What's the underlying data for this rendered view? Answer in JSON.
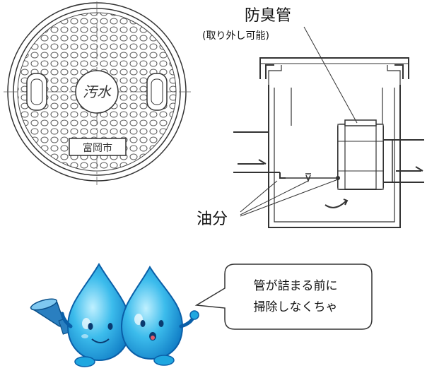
{
  "labels": {
    "pipe_title": "防臭管",
    "pipe_subtitle": "(取り外し可能)",
    "oil": "油分"
  },
  "manhole_cover": {
    "center_text": "汚水",
    "bottom_plate_text": "富岡市"
  },
  "speech_bubble": {
    "line1": "管が詰まる前に",
    "line2": "掃除しなくちゃ"
  },
  "colors": {
    "line": "#333333",
    "mascot_light": "#7fd6f5",
    "mascot_mid": "#1fa7e0",
    "mascot_dark": "#0a5fa8",
    "funnel": "#2a7fc0"
  }
}
